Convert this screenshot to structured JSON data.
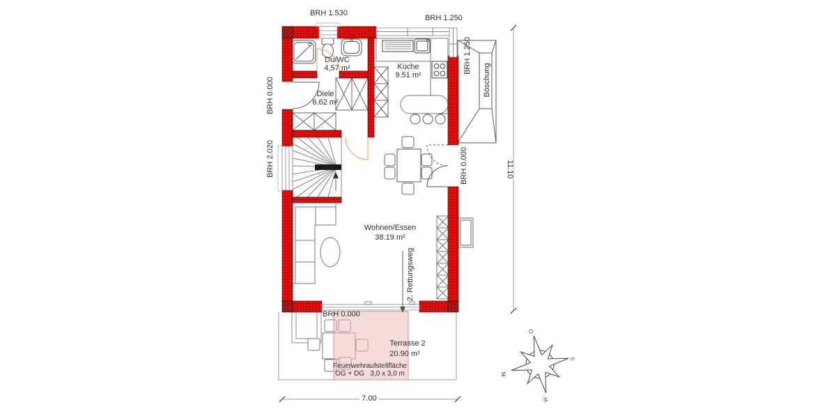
{
  "plan": {
    "annotations": {
      "brh_top_left": "BRH 1.530",
      "brh_top_right": "BRH 1.250",
      "brh_right_window": "BRH 1.250",
      "boeschung": "Böschung",
      "brh_entrance": "BRH 0.000",
      "brh_stair_window": "BRH 2.020",
      "brh_patio_door": "BRH 0.000",
      "brh_terrace": "BRH 0.000",
      "rescue_route": "2. Rettungsweg"
    },
    "rooms": {
      "du_wc": {
        "name": "Du/WC",
        "area": "4,57 m²"
      },
      "diele": {
        "name": "Diele",
        "area": "6.62 m²"
      },
      "kueche": {
        "name": "Küche",
        "area": "9.51 m²"
      },
      "wohnen_essen": {
        "name": "Wohnen/Essen",
        "area": "38.19 m²"
      },
      "terrasse": {
        "name": "Terrasse 2",
        "area": "20.90 m²"
      }
    },
    "fire_area": {
      "line1": "Feuerwehraufstellfläche",
      "line2": "OG + DG   3,0 x 3,0 m"
    },
    "dimensions": {
      "width": "7.00",
      "height": "11.10"
    },
    "compass": {
      "north": "N",
      "east": "O",
      "south": "S",
      "west": "W"
    },
    "colors": {
      "wall_red": "#e8100c",
      "hatch_dark": "#8f0000",
      "door_swing_orange": "#f0a060",
      "fire_area_fill": "#efb9b9",
      "fire_area_border": "#c98f8f"
    }
  }
}
